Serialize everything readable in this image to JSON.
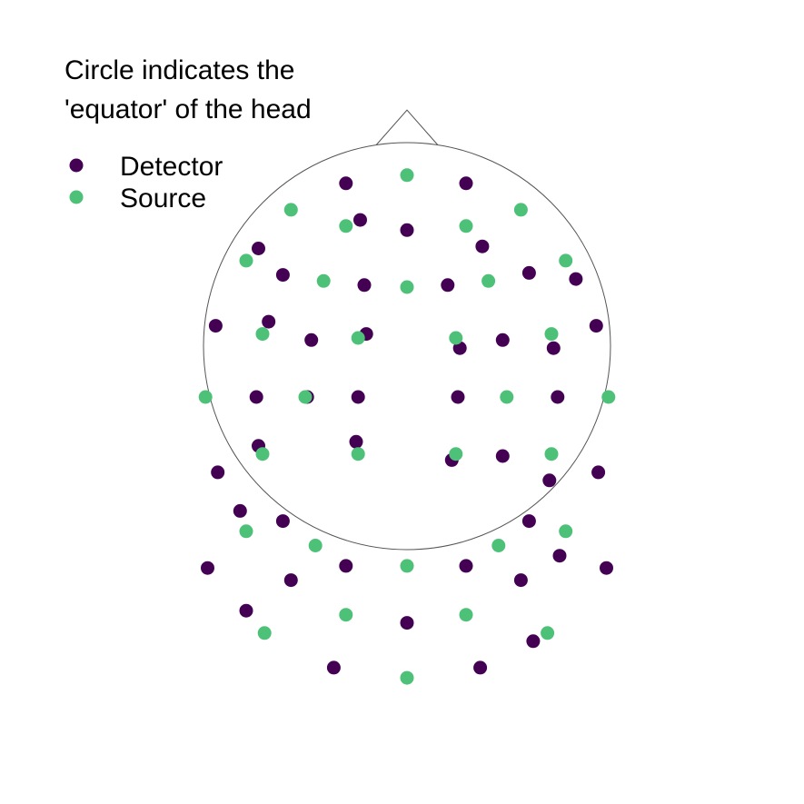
{
  "chart_data": {
    "type": "scatter",
    "title_lines": [
      "Circle indicates the",
      "'equator' of the head"
    ],
    "xlabel": "",
    "ylabel": "",
    "grid": false,
    "axes_visible": false,
    "legend_position": "top-left",
    "head_outline": {
      "circle_center": [
        0,
        0
      ],
      "circle_radius": 1.0,
      "nose_tip": [
        0,
        1.16
      ],
      "nose_base": [
        -0.15,
        0.99,
        0.15,
        0.99
      ]
    },
    "series": [
      {
        "name": "Detector",
        "color": "#440154",
        "points": [
          [
            -0.3,
            0.8
          ],
          [
            0.29,
            0.8
          ],
          [
            -0.23,
            0.62
          ],
          [
            0.0,
            0.57
          ],
          [
            0.37,
            0.49
          ],
          [
            -0.73,
            0.48
          ],
          [
            -0.61,
            0.35
          ],
          [
            -0.21,
            0.3
          ],
          [
            0.2,
            0.3
          ],
          [
            0.6,
            0.36
          ],
          [
            0.83,
            0.33
          ],
          [
            -0.94,
            0.1
          ],
          [
            -0.68,
            0.12
          ],
          [
            -0.47,
            0.03
          ],
          [
            -0.2,
            0.06
          ],
          [
            0.26,
            -0.01
          ],
          [
            0.47,
            0.03
          ],
          [
            0.72,
            -0.01
          ],
          [
            0.93,
            0.1
          ],
          [
            -0.74,
            -0.25
          ],
          [
            -0.49,
            -0.25
          ],
          [
            -0.24,
            -0.25
          ],
          [
            0.25,
            -0.25
          ],
          [
            0.74,
            -0.25
          ],
          [
            -0.73,
            -0.49
          ],
          [
            -0.25,
            -0.47
          ],
          [
            0.22,
            -0.56
          ],
          [
            0.47,
            -0.54
          ],
          [
            0.94,
            -0.62
          ],
          [
            -0.93,
            -0.62
          ],
          [
            0.7,
            -0.66
          ],
          [
            -0.82,
            -0.81
          ],
          [
            -0.61,
            -0.86
          ],
          [
            0.6,
            -0.86
          ],
          [
            -0.98,
            -1.09
          ],
          [
            -0.57,
            -1.15
          ],
          [
            -0.3,
            -1.08
          ],
          [
            0.29,
            -1.08
          ],
          [
            0.56,
            -1.15
          ],
          [
            0.75,
            -1.03
          ],
          [
            0.98,
            -1.09
          ],
          [
            -0.79,
            -1.3
          ],
          [
            0.0,
            -1.36
          ],
          [
            0.62,
            -1.45
          ],
          [
            -0.36,
            -1.58
          ],
          [
            0.36,
            -1.58
          ]
        ]
      },
      {
        "name": "Source",
        "color": "#4ec179",
        "points": [
          [
            0.0,
            0.84
          ],
          [
            -0.57,
            0.67
          ],
          [
            -0.3,
            0.59
          ],
          [
            0.29,
            0.59
          ],
          [
            0.56,
            0.67
          ],
          [
            -0.79,
            0.42
          ],
          [
            0.78,
            0.42
          ],
          [
            -0.41,
            0.32
          ],
          [
            0.0,
            0.29
          ],
          [
            0.4,
            0.32
          ],
          [
            -0.71,
            0.06
          ],
          [
            -0.24,
            0.04
          ],
          [
            0.24,
            0.04
          ],
          [
            0.71,
            0.06
          ],
          [
            -0.99,
            -0.25
          ],
          [
            -0.5,
            -0.25
          ],
          [
            0.49,
            -0.25
          ],
          [
            0.99,
            -0.25
          ],
          [
            -0.71,
            -0.53
          ],
          [
            -0.24,
            -0.53
          ],
          [
            0.24,
            -0.53
          ],
          [
            0.71,
            -0.53
          ],
          [
            -0.79,
            -0.91
          ],
          [
            0.78,
            -0.91
          ],
          [
            -0.45,
            -0.98
          ],
          [
            0.45,
            -0.98
          ],
          [
            0.0,
            -1.08
          ],
          [
            -0.3,
            -1.32
          ],
          [
            0.29,
            -1.32
          ],
          [
            -0.7,
            -1.41
          ],
          [
            0.69,
            -1.41
          ],
          [
            0.0,
            -1.63
          ]
        ]
      }
    ]
  }
}
